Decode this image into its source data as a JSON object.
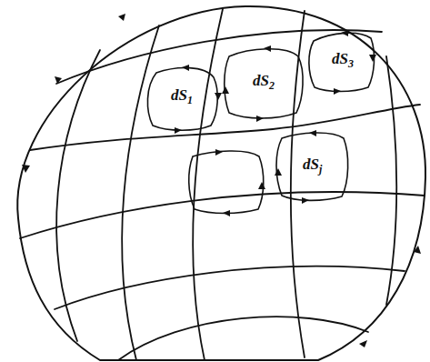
{
  "diagram": {
    "labels": [
      "dS1",
      "dS2",
      "dS3",
      "dSj"
    ]
  }
}
